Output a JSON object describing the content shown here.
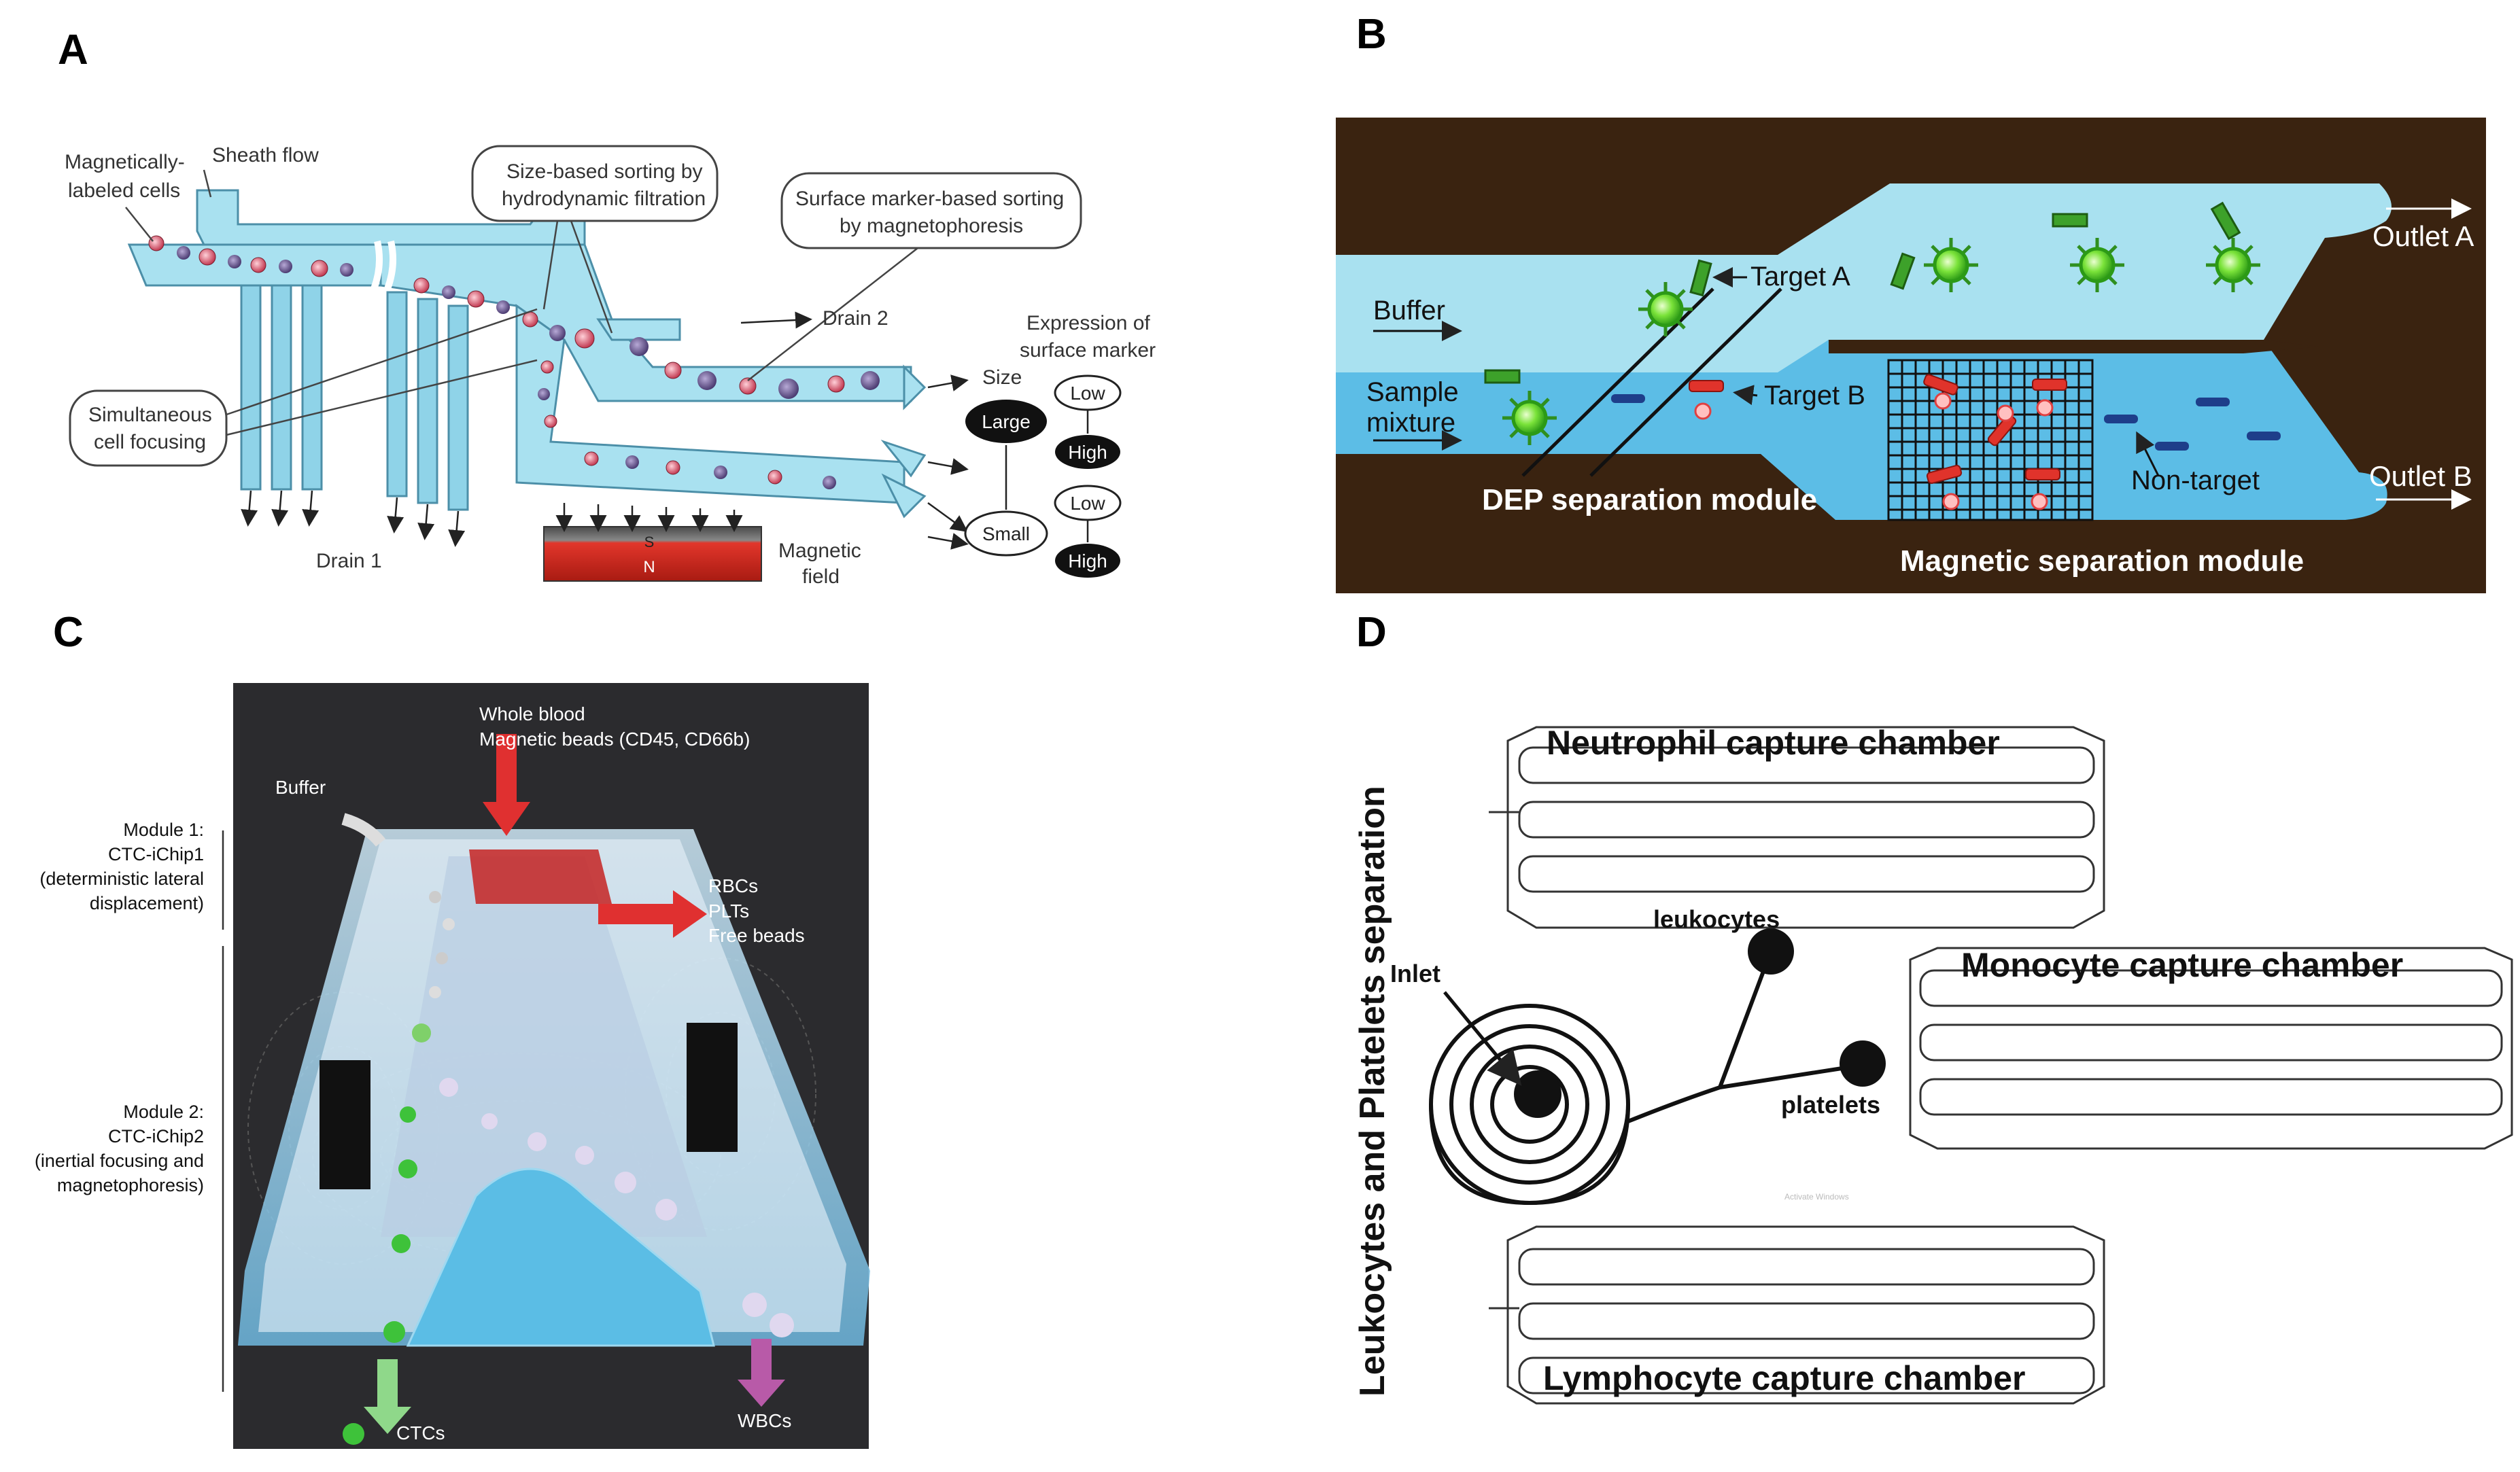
{
  "panels": {
    "A": {
      "label": "A",
      "magnetically_labeled_cells_1": "Magnetically-",
      "magnetically_labeled_cells_2": "labeled cells",
      "sheath_flow": "Sheath flow",
      "size_sorting_1": "Size-based sorting by",
      "size_sorting_2": "hydrodynamic filtration",
      "surface_sorting_1": "Surface marker-based sorting",
      "surface_sorting_2": "by magnetophoresis",
      "drain2": "Drain 2",
      "expression_1": "Expression of",
      "expression_2": "surface marker",
      "size": "Size",
      "large": "Large",
      "small": "Small",
      "low1": "Low",
      "high1": "High",
      "low2": "Low",
      "high2": "High",
      "simultaneous_1": "Simultaneous",
      "simultaneous_2": "cell focusing",
      "drain1": "Drain 1",
      "magnet_s": "S",
      "magnet_n": "N",
      "magnetic_field_1": "Magnetic",
      "magnetic_field_2": "field"
    },
    "B": {
      "label": "B",
      "buffer": "Buffer",
      "sample_1": "Sample",
      "sample_2": "mixture",
      "target_a": "Target A",
      "target_b": "Target B",
      "outlet_a": "Outlet A",
      "outlet_b": "Outlet B",
      "non_target": "Non-target",
      "dep_module": "DEP separation module",
      "magnetic_module": "Magnetic separation module"
    },
    "C": {
      "label": "C",
      "whole_blood": "Whole blood",
      "magnetic_beads": "Magnetic beads (CD45, CD66b)",
      "buffer": "Buffer",
      "module1_1": "Module 1:",
      "module1_2": "CTC-iChip1",
      "module1_3": "(deterministic lateral",
      "module1_4": "displacement)",
      "rbcs": "RBCs",
      "plts": "PLTs",
      "free_beads": "Free beads",
      "module2_1": "Module 2:",
      "module2_2": "CTC-iChip2",
      "module2_3": "(inertial focusing and",
      "module2_4": "magnetophoresis)",
      "ctcs": "CTCs",
      "wbcs": "WBCs"
    },
    "D": {
      "label": "D",
      "vertical_title": "Leukocytes and Platelets separation",
      "neutrophil": "Neutrophil capture chamber",
      "monocyte": "Monocyte capture chamber",
      "lymphocyte": "Lymphocyte capture chamber",
      "leukocytes": "leukocytes",
      "inlet": "Inlet",
      "platelets": "platelets",
      "watermark": "Activate Windows"
    }
  },
  "colors": {
    "chip_blue": "#a9e1f0",
    "channel_dark": "#3a2310",
    "magnet_red": "#d92a1e",
    "chip_c_bg": "#2b2b2e"
  }
}
